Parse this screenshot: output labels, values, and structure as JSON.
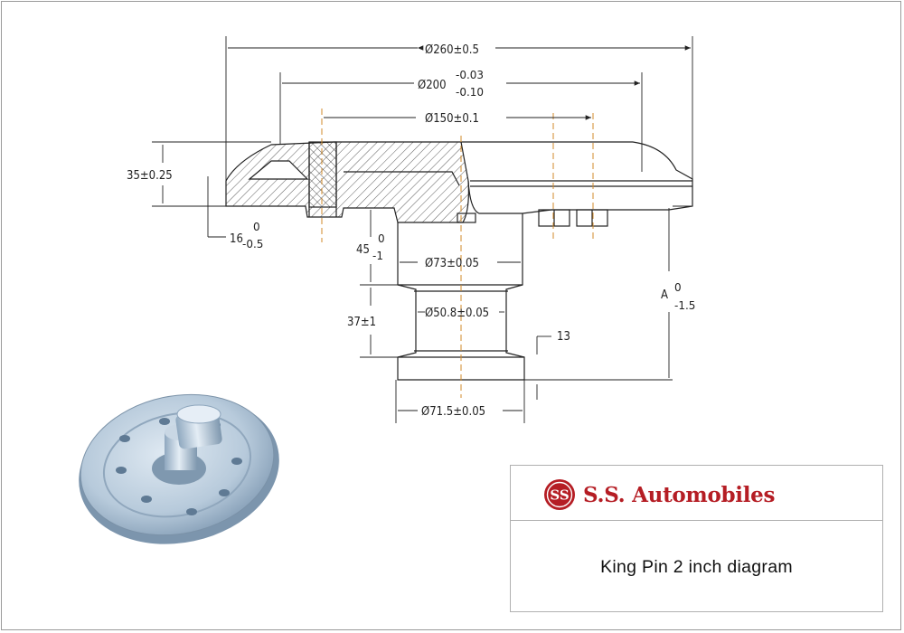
{
  "dimensions": {
    "d260": "Ø260±0.5",
    "d200_base": "Ø200",
    "d200_upper": "-0.03",
    "d200_lower": "-0.10",
    "d150": "Ø150±0.1",
    "h35": "35±0.25",
    "h16_base": "16",
    "h16_upper": "0",
    "h16_lower": "-0.5",
    "h45_base": "45",
    "h45_upper": "0",
    "h45_lower": "-1",
    "d73": "Ø73±0.05",
    "d50_8": "Ø50.8±0.05",
    "h37": "37±1",
    "hA_base": "A",
    "hA_upper": "0",
    "hA_lower": "-1.5",
    "h13": "13",
    "d71_5": "Ø71.5±0.05"
  },
  "title_block": {
    "logo_text": "SS",
    "company": "S.S. Automobiles",
    "caption": "King Pin 2 inch diagram"
  },
  "colors": {
    "brand_red": "#b51d24",
    "centerline": "#d08a2a",
    "render_metal": "#a9c0d6"
  }
}
